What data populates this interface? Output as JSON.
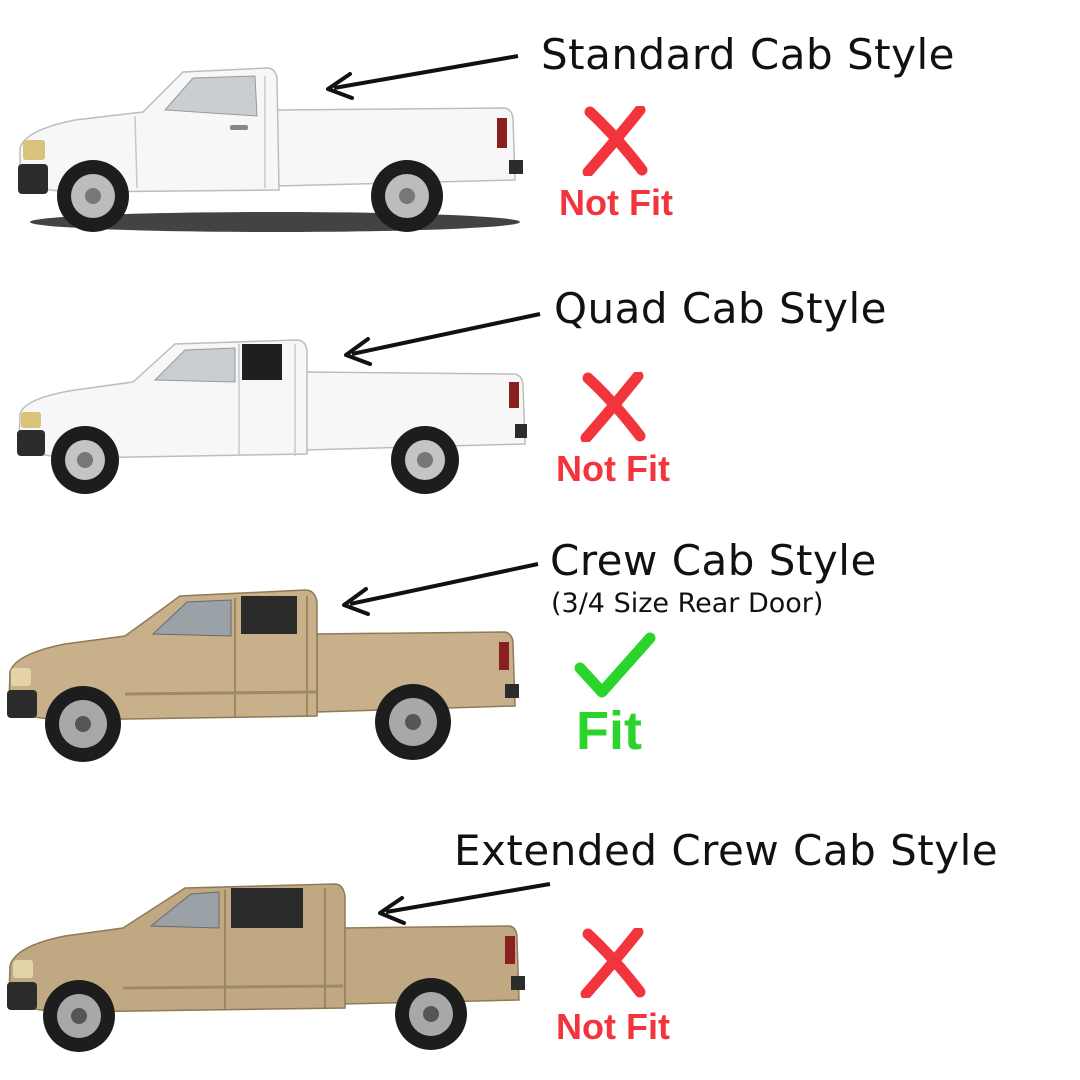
{
  "colors": {
    "not_fit": "#f2343c",
    "fit": "#2bd42b",
    "white_truck": "#f7f7f7",
    "tan_truck": "#c8b08a"
  },
  "rows": [
    {
      "label": "Standard Cab Style",
      "status": "Not Fit",
      "fits": false,
      "icon": "red-x-icon",
      "truck_color": "white",
      "cab": "standard"
    },
    {
      "label": "Quad Cab Style",
      "status": "Not Fit",
      "fits": false,
      "icon": "red-x-icon",
      "truck_color": "white",
      "cab": "quad"
    },
    {
      "label": "Crew Cab Style",
      "sublabel": "(3/4 Size Rear Door)",
      "status": "Fit",
      "fits": true,
      "icon": "green-check-icon",
      "truck_color": "tan",
      "cab": "crew"
    },
    {
      "label": "Extended Crew Cab Style",
      "status": "Not Fit",
      "fits": false,
      "icon": "red-x-icon",
      "truck_color": "tan",
      "cab": "extended-crew"
    }
  ]
}
